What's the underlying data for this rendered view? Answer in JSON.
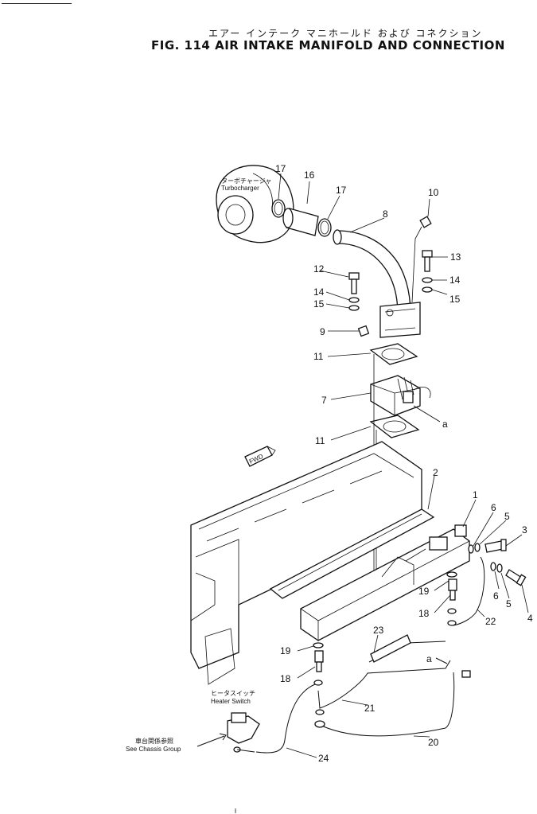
{
  "header": {
    "title_jp": "エアー インテーク マニホールド および コネクション",
    "title_en": "FIG. 114  AIR INTAKE MANIFOLD AND CONNECTION"
  },
  "labels": {
    "turbocharger_jp": "ターボチャージャ",
    "turbocharger_en": "Turbocharger",
    "heater_switch_jp": "ヒータスイッチ",
    "heater_switch_en": "Heater Switch",
    "see_chassis_jp": "車台関係参照",
    "see_chassis_en": "See Chassis Group",
    "fwd": "FWD",
    "ref_a_1": "a",
    "ref_a_2": "a"
  },
  "callouts": {
    "n1": "1",
    "n2": "2",
    "n3": "3",
    "n4": "4",
    "n5a": "5",
    "n5b": "5",
    "n6a": "6",
    "n6b": "6",
    "n7": "7",
    "n8": "8",
    "n9": "9",
    "n10": "10",
    "n11a": "11",
    "n11b": "11",
    "n12": "12",
    "n13": "13",
    "n14a": "14",
    "n14b": "14",
    "n15a": "15",
    "n15b": "15",
    "n16": "16",
    "n17a": "17",
    "n17b": "17",
    "n18a": "18",
    "n18b": "18",
    "n19a": "19",
    "n19b": "19",
    "n20": "20",
    "n21": "21",
    "n22": "22",
    "n23": "23",
    "n24": "24"
  }
}
